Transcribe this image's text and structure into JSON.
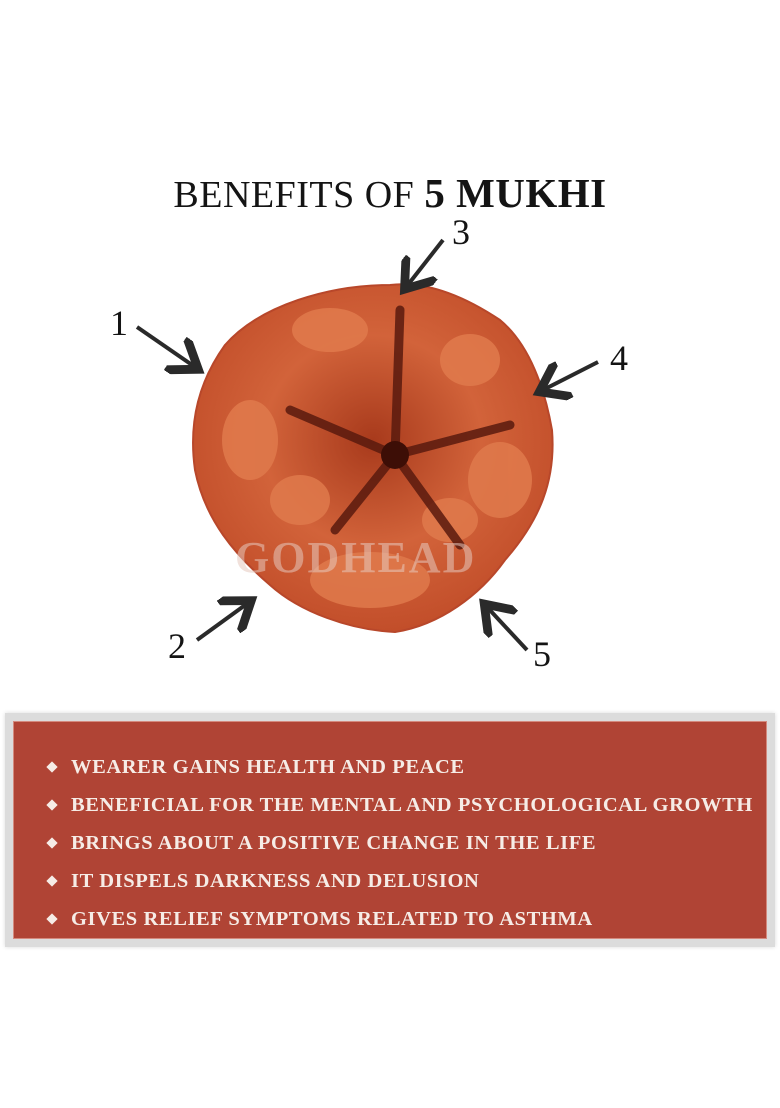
{
  "title": {
    "prefix": "BENEFITS OF ",
    "emphasis": "5 MUKHI"
  },
  "figure": {
    "subject": "5 Mukhi Rudraksha bead",
    "watermark": "GODHEAD",
    "labels": [
      "1",
      "2",
      "3",
      "4",
      "5"
    ],
    "colors": {
      "bead": "#c9552e",
      "bead_dark": "#5a1a0e",
      "arrow": "#2a2a2a"
    }
  },
  "benefits": {
    "bullet_icon": "diamond-bullet",
    "items": [
      "WEARER GAINS HEALTH AND PEACE",
      "BENEFICIAL FOR THE MENTAL AND PSYCHOLOGICAL GROWTH",
      "BRINGS ABOUT A POSITIVE CHANGE IN THE LIFE",
      "IT DISPELS DARKNESS AND DELUSION",
      "GIVES RELIEF SYMPTOMS RELATED TO ASTHMA"
    ],
    "colors": {
      "box": "#b04435",
      "text": "#f6ece6",
      "frame": "#dcdcdc"
    }
  }
}
